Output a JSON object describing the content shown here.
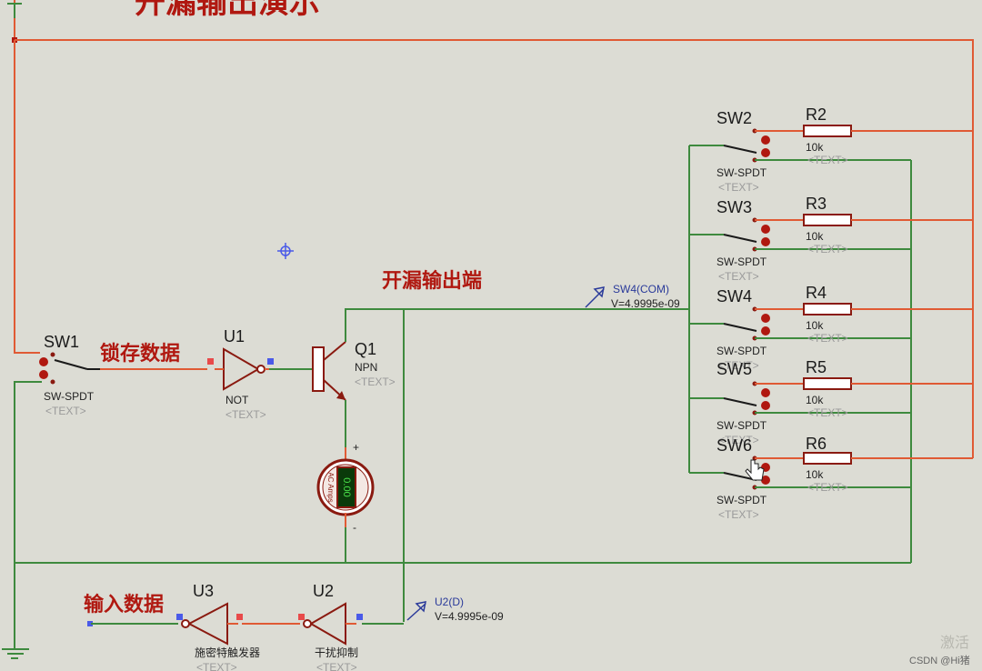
{
  "title": "开漏输出演示",
  "labels": {
    "latch": "锁存数据",
    "input": "输入数据",
    "open_drain": "开漏输出端"
  },
  "sw1": {
    "ref": "SW1",
    "type": "SW-SPDT",
    "text": "<TEXT>"
  },
  "switches": [
    {
      "ref": "SW2",
      "type": "SW-SPDT",
      "text": "<TEXT>"
    },
    {
      "ref": "SW3",
      "type": "SW-SPDT",
      "text": "<TEXT>"
    },
    {
      "ref": "SW4",
      "type": "SW-SPDT",
      "text": "<TEXT>"
    },
    {
      "ref": "SW5",
      "type": "SW-SPDT",
      "text": "<TEXT>"
    },
    {
      "ref": "SW6",
      "type": "SW-SPDT",
      "text": "<TEXT>"
    }
  ],
  "resistors": [
    {
      "ref": "R2",
      "value": "10k",
      "text": "<TEXT>"
    },
    {
      "ref": "R3",
      "value": "10k",
      "text": "<TEXT>"
    },
    {
      "ref": "R4",
      "value": "10k",
      "text": "<TEXT>"
    },
    {
      "ref": "R5",
      "value": "10k",
      "text": "<TEXT>"
    },
    {
      "ref": "R6",
      "value": "10k",
      "text": "<TEXT>"
    }
  ],
  "u1": {
    "ref": "U1",
    "type": "NOT",
    "text": "<TEXT>"
  },
  "u2": {
    "ref": "U2",
    "type": "干扰抑制",
    "text": "<TEXT>"
  },
  "u3": {
    "ref": "U3",
    "type": "施密特触发器",
    "text": "<TEXT>"
  },
  "q1": {
    "ref": "Q1",
    "type": "NPN",
    "text": "<TEXT>"
  },
  "ammeter": {
    "label": "AC Amps",
    "reading": "0.00",
    "plus": "+",
    "minus": "-"
  },
  "probes": [
    {
      "name": "SW4(COM)",
      "value": "V=4.9995e-09"
    },
    {
      "name": "U2(D)",
      "value": "V=4.9995e-09"
    }
  ],
  "watermark": {
    "activate": "激活",
    "csdn": "CSDN @Hi猪"
  },
  "colors": {
    "wire_green": "#3e8a3e",
    "wire_red": "#e05a34",
    "body": "#8a1a10",
    "label_red": "#b01810",
    "probe_blue": "#2a3a9a"
  }
}
